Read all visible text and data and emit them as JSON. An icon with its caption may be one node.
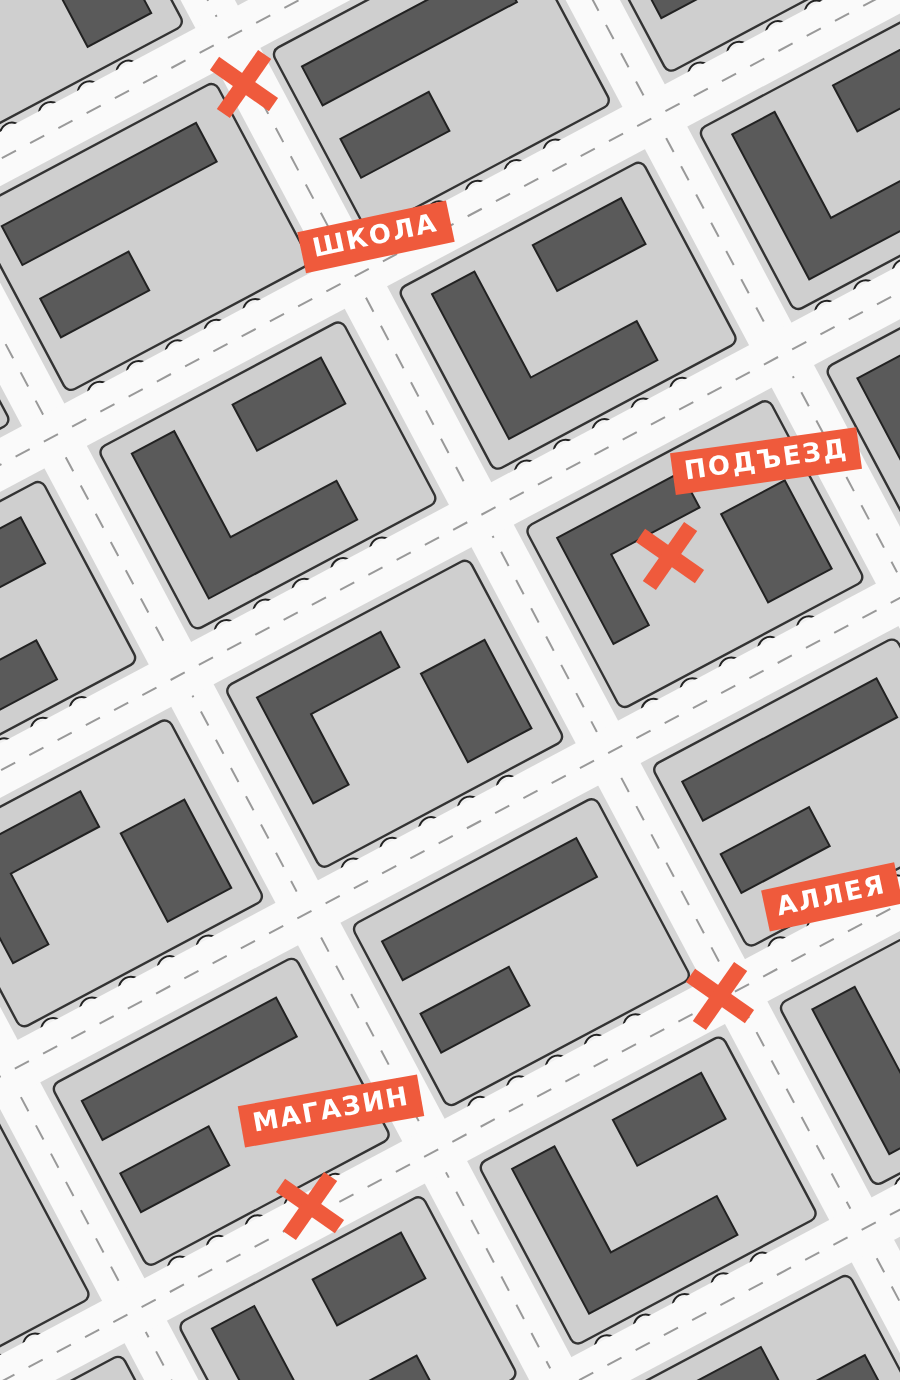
{
  "diagram": {
    "nodes": [
      {
        "text": [
          "ШКОЛА"
        ]
      },
      {
        "text": [
          "ПОДЪЕЗД"
        ]
      },
      {
        "text": [
          "АЛЛЕЯ"
        ]
      },
      {
        "text": [
          "МАГАЗИН"
        ]
      }
    ]
  }
}
